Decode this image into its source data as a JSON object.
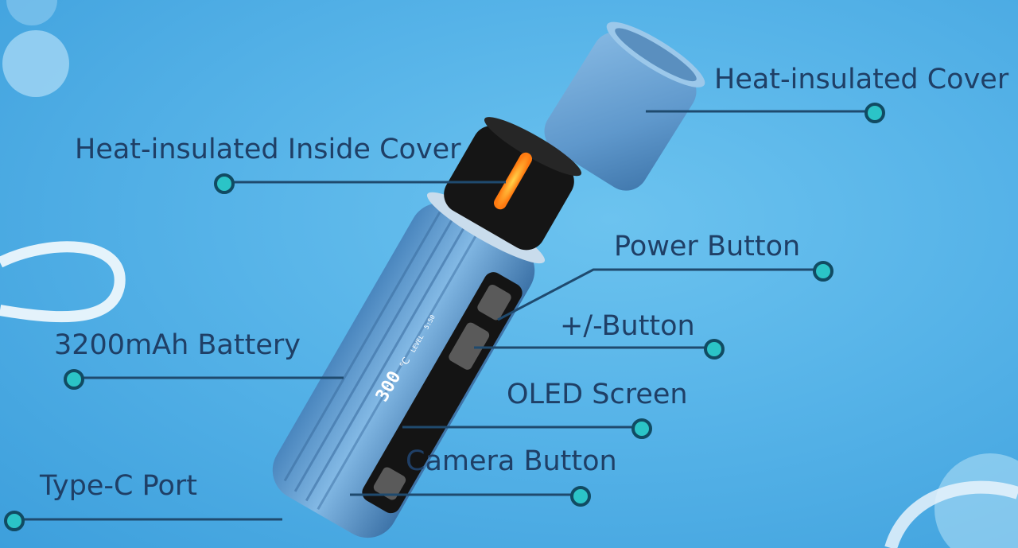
{
  "labels": {
    "heat_insulated_cover": "Heat-insulated Cover",
    "heat_insulated_inside_cover": "Heat-insulated Inside Cover",
    "power_button": "Power Button",
    "plus_minus_button": "+/-Button",
    "battery": "3200mAh Battery",
    "oled_screen": "OLED Screen",
    "camera_button": "Camera Button",
    "type_c_port": "Type-C Port"
  },
  "screen": {
    "temperature": "300",
    "unit": "℃",
    "detail_a": "LEVEL",
    "detail_b": "5:50"
  },
  "colors": {
    "background": "#56b3e8",
    "device_body": "#6fa8d6",
    "callout_line": "#1f4a6e",
    "dot_fill": "#2bc4c7",
    "label_text": "#1f3f66",
    "heater_glow": "#ff9a1a"
  }
}
